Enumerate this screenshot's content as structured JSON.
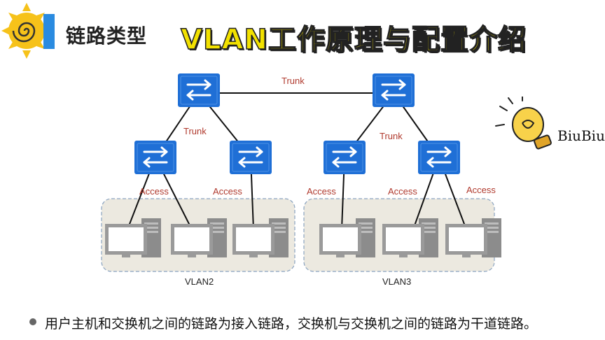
{
  "header": {
    "sub_title": "链路类型",
    "main_title": "VLAN工作原理与配置介绍"
  },
  "diagram": {
    "links": {
      "trunk_top": "Trunk",
      "trunk_left": "Trunk",
      "trunk_right": "Trunk",
      "access_1": "Access",
      "access_2": "Access",
      "access_3": "Access",
      "access_4": "Access",
      "access_5": "Access"
    },
    "groups": {
      "left": "VLAN2",
      "right": "VLAN3"
    }
  },
  "mascot": {
    "label": "BiuBiu"
  },
  "footer": {
    "caption": "用户主机和交换机之间的链路为接入链路，交换机与交换机之间的链路为干道链路。"
  },
  "colors": {
    "switch_blue": "#1f6fd6",
    "link_label_red": "#b03a2e",
    "title_yellow": "#f2e100",
    "group_fill": "#ece9e0"
  }
}
